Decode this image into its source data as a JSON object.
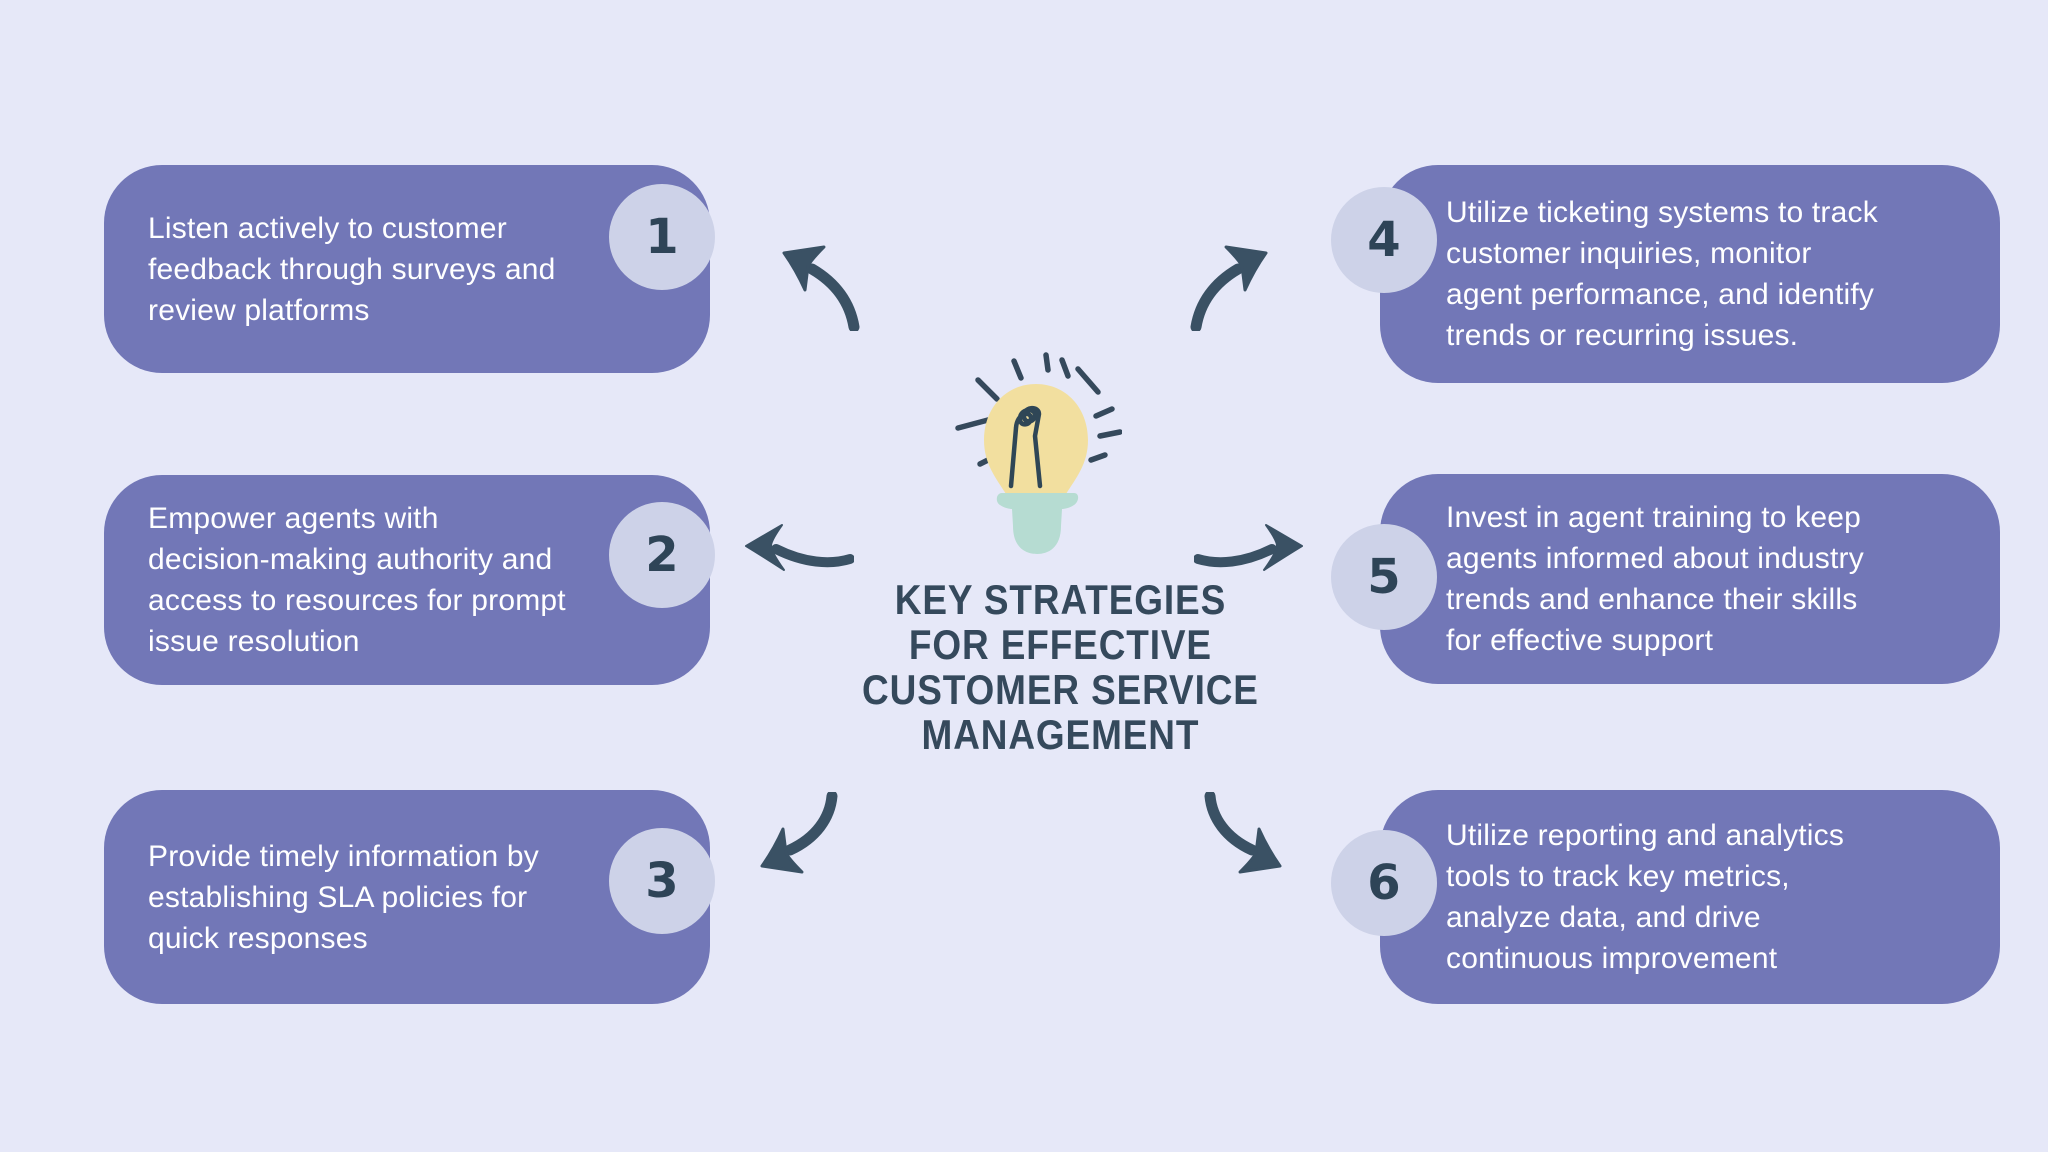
{
  "title": {
    "text": "KEY STRATEGIES\nFOR EFFECTIVE\nCUSTOMER SERVICE\nMANAGEMENT"
  },
  "strategies": [
    {
      "number": "1",
      "text": "Listen actively to customer\nfeedback through surveys and\nreview platforms"
    },
    {
      "number": "2",
      "text": "Empower agents with\ndecision-making authority and\naccess to resources for prompt\nissue resolution"
    },
    {
      "number": "3",
      "text": "Provide timely information by\nestablishing SLA policies for\nquick responses"
    },
    {
      "number": "4",
      "text": "Utilize ticketing systems to track\ncustomer inquiries, monitor\nagent performance, and identify\ntrends or recurring issues."
    },
    {
      "number": "5",
      "text": "Invest in agent training to keep\nagents informed about industry\ntrends and enhance their skills\nfor effective support"
    },
    {
      "number": "6",
      "text": "Utilize reporting and analytics\ntools to track key metrics,\nanalyze data, and drive\ncontinuous improvement"
    }
  ],
  "icons": {
    "center": "lightbulb-icon"
  },
  "colors": {
    "background": "#e6e8f8",
    "card": "#7277b7",
    "card_text": "#ffffff",
    "number_badge": "#cdd2e8",
    "number_text": "#2e4457",
    "title_text": "#35495c",
    "arrow": "#3a5164",
    "bulb_yellow": "#f2df9f",
    "bulb_base_teal": "#b6dcd2",
    "bulb_filament": "#2f4656"
  }
}
